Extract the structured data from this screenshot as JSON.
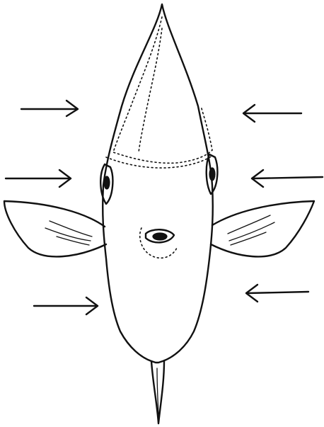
{
  "figure": {
    "subject": "squid",
    "arrows": [
      {
        "side": "left",
        "direction": "right"
      },
      {
        "side": "left",
        "direction": "right"
      },
      {
        "side": "left",
        "direction": "right"
      },
      {
        "side": "right",
        "direction": "left"
      },
      {
        "side": "right",
        "direction": "left"
      },
      {
        "side": "right",
        "direction": "left"
      }
    ],
    "colors": {
      "ink": "#111111",
      "paper": "#ffffff"
    }
  }
}
